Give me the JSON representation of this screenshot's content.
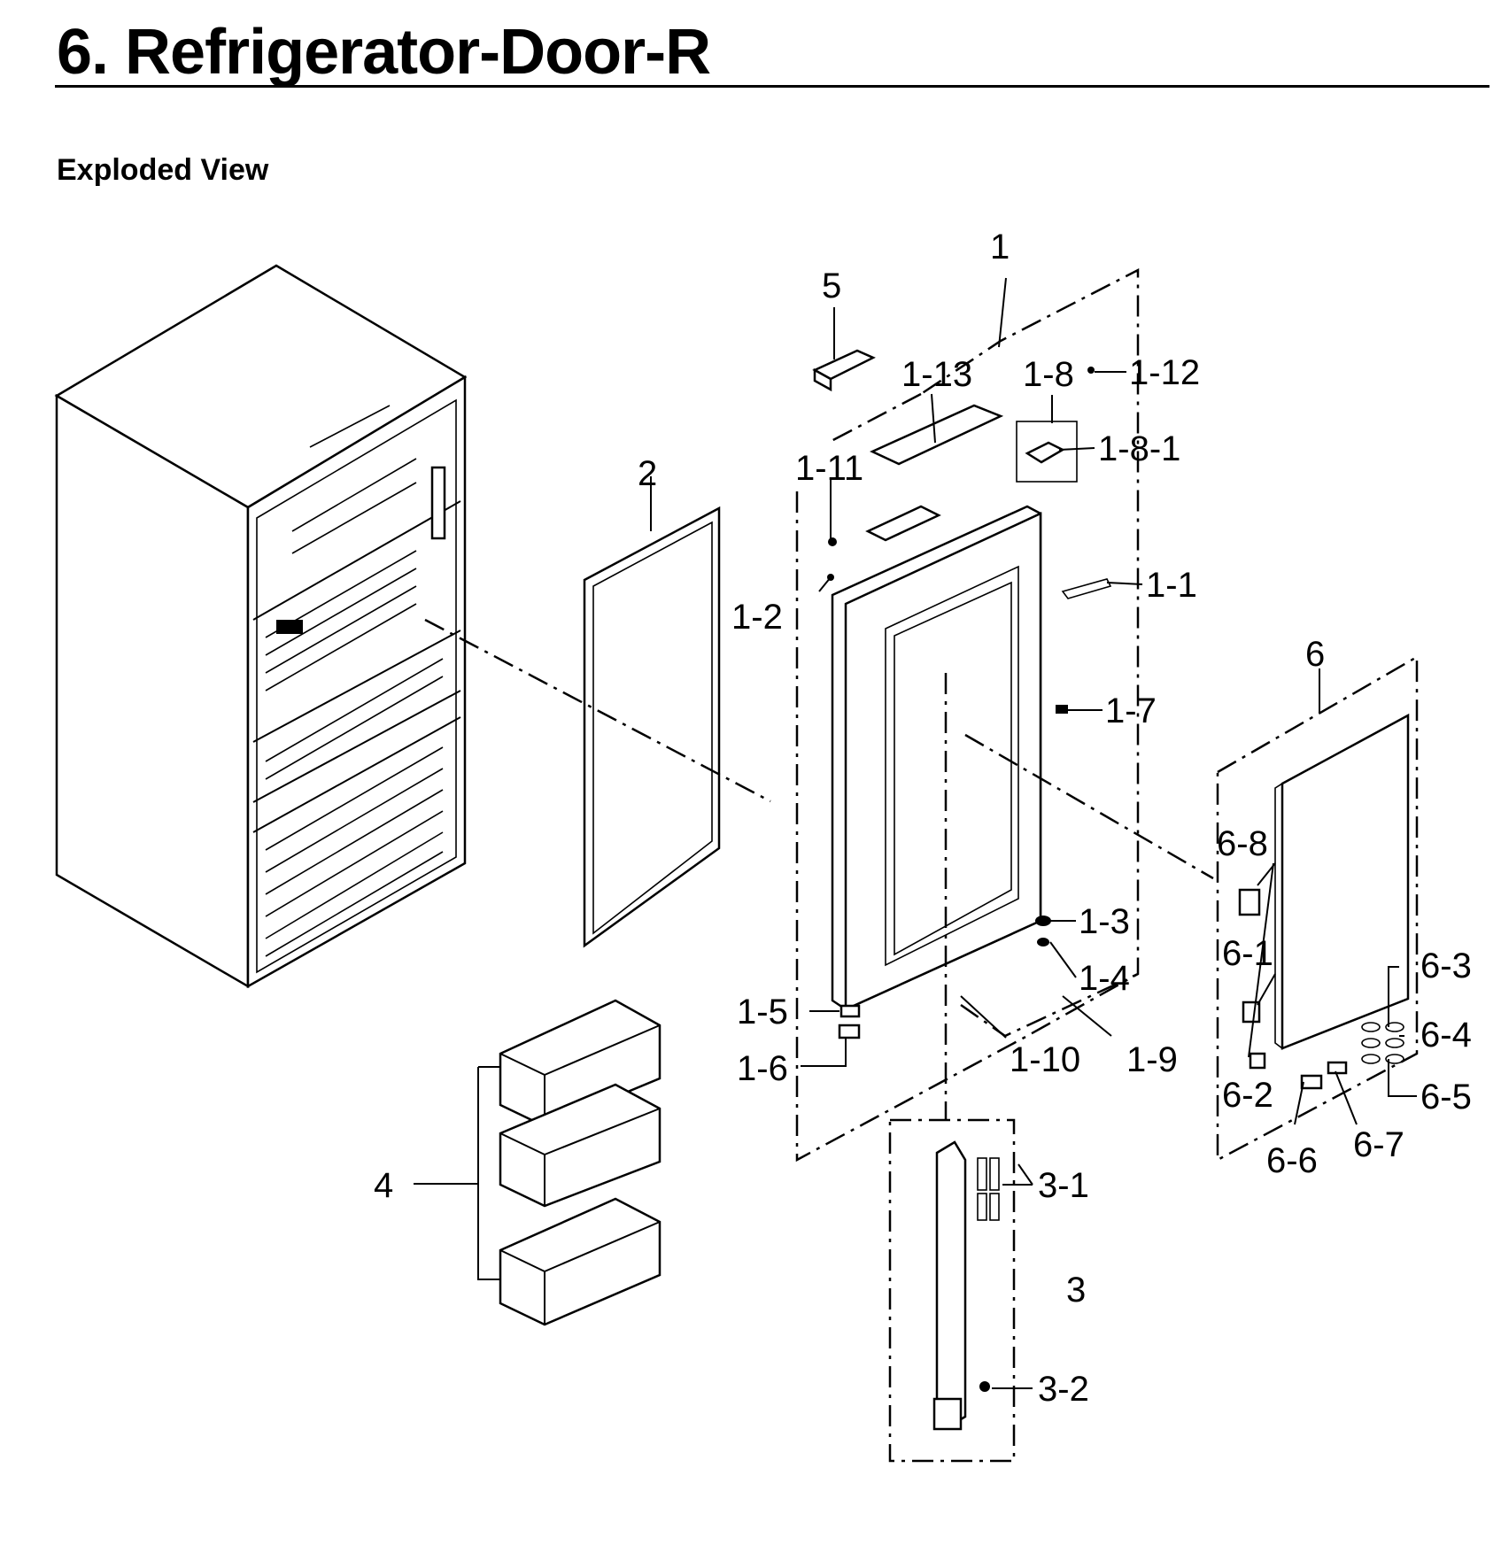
{
  "header": {
    "title": "6.  Refrigerator-Door-R",
    "subtitle": "Exploded View"
  },
  "callouts": {
    "c1": "1",
    "c1_1": "1-1",
    "c1_2": "1-2",
    "c1_3": "1-3",
    "c1_4": "1-4",
    "c1_5": "1-5",
    "c1_6": "1-6",
    "c1_7": "1-7",
    "c1_8": "1-8",
    "c1_8_1": "1-8-1",
    "c1_9": "1-9",
    "c1_10": "1-10",
    "c1_11": "1-11",
    "c1_12": "1-12",
    "c1_13": "1-13",
    "c2": "2",
    "c3": "3",
    "c3_1": "3-1",
    "c3_2": "3-2",
    "c4": "4",
    "c5": "5",
    "c6": "6",
    "c6_1": "6-1",
    "c6_2": "6-2",
    "c6_3": "6-3",
    "c6_4": "6-4",
    "c6_5": "6-5",
    "c6_6": "6-6",
    "c6_7": "6-7",
    "c6_8": "6-8"
  }
}
